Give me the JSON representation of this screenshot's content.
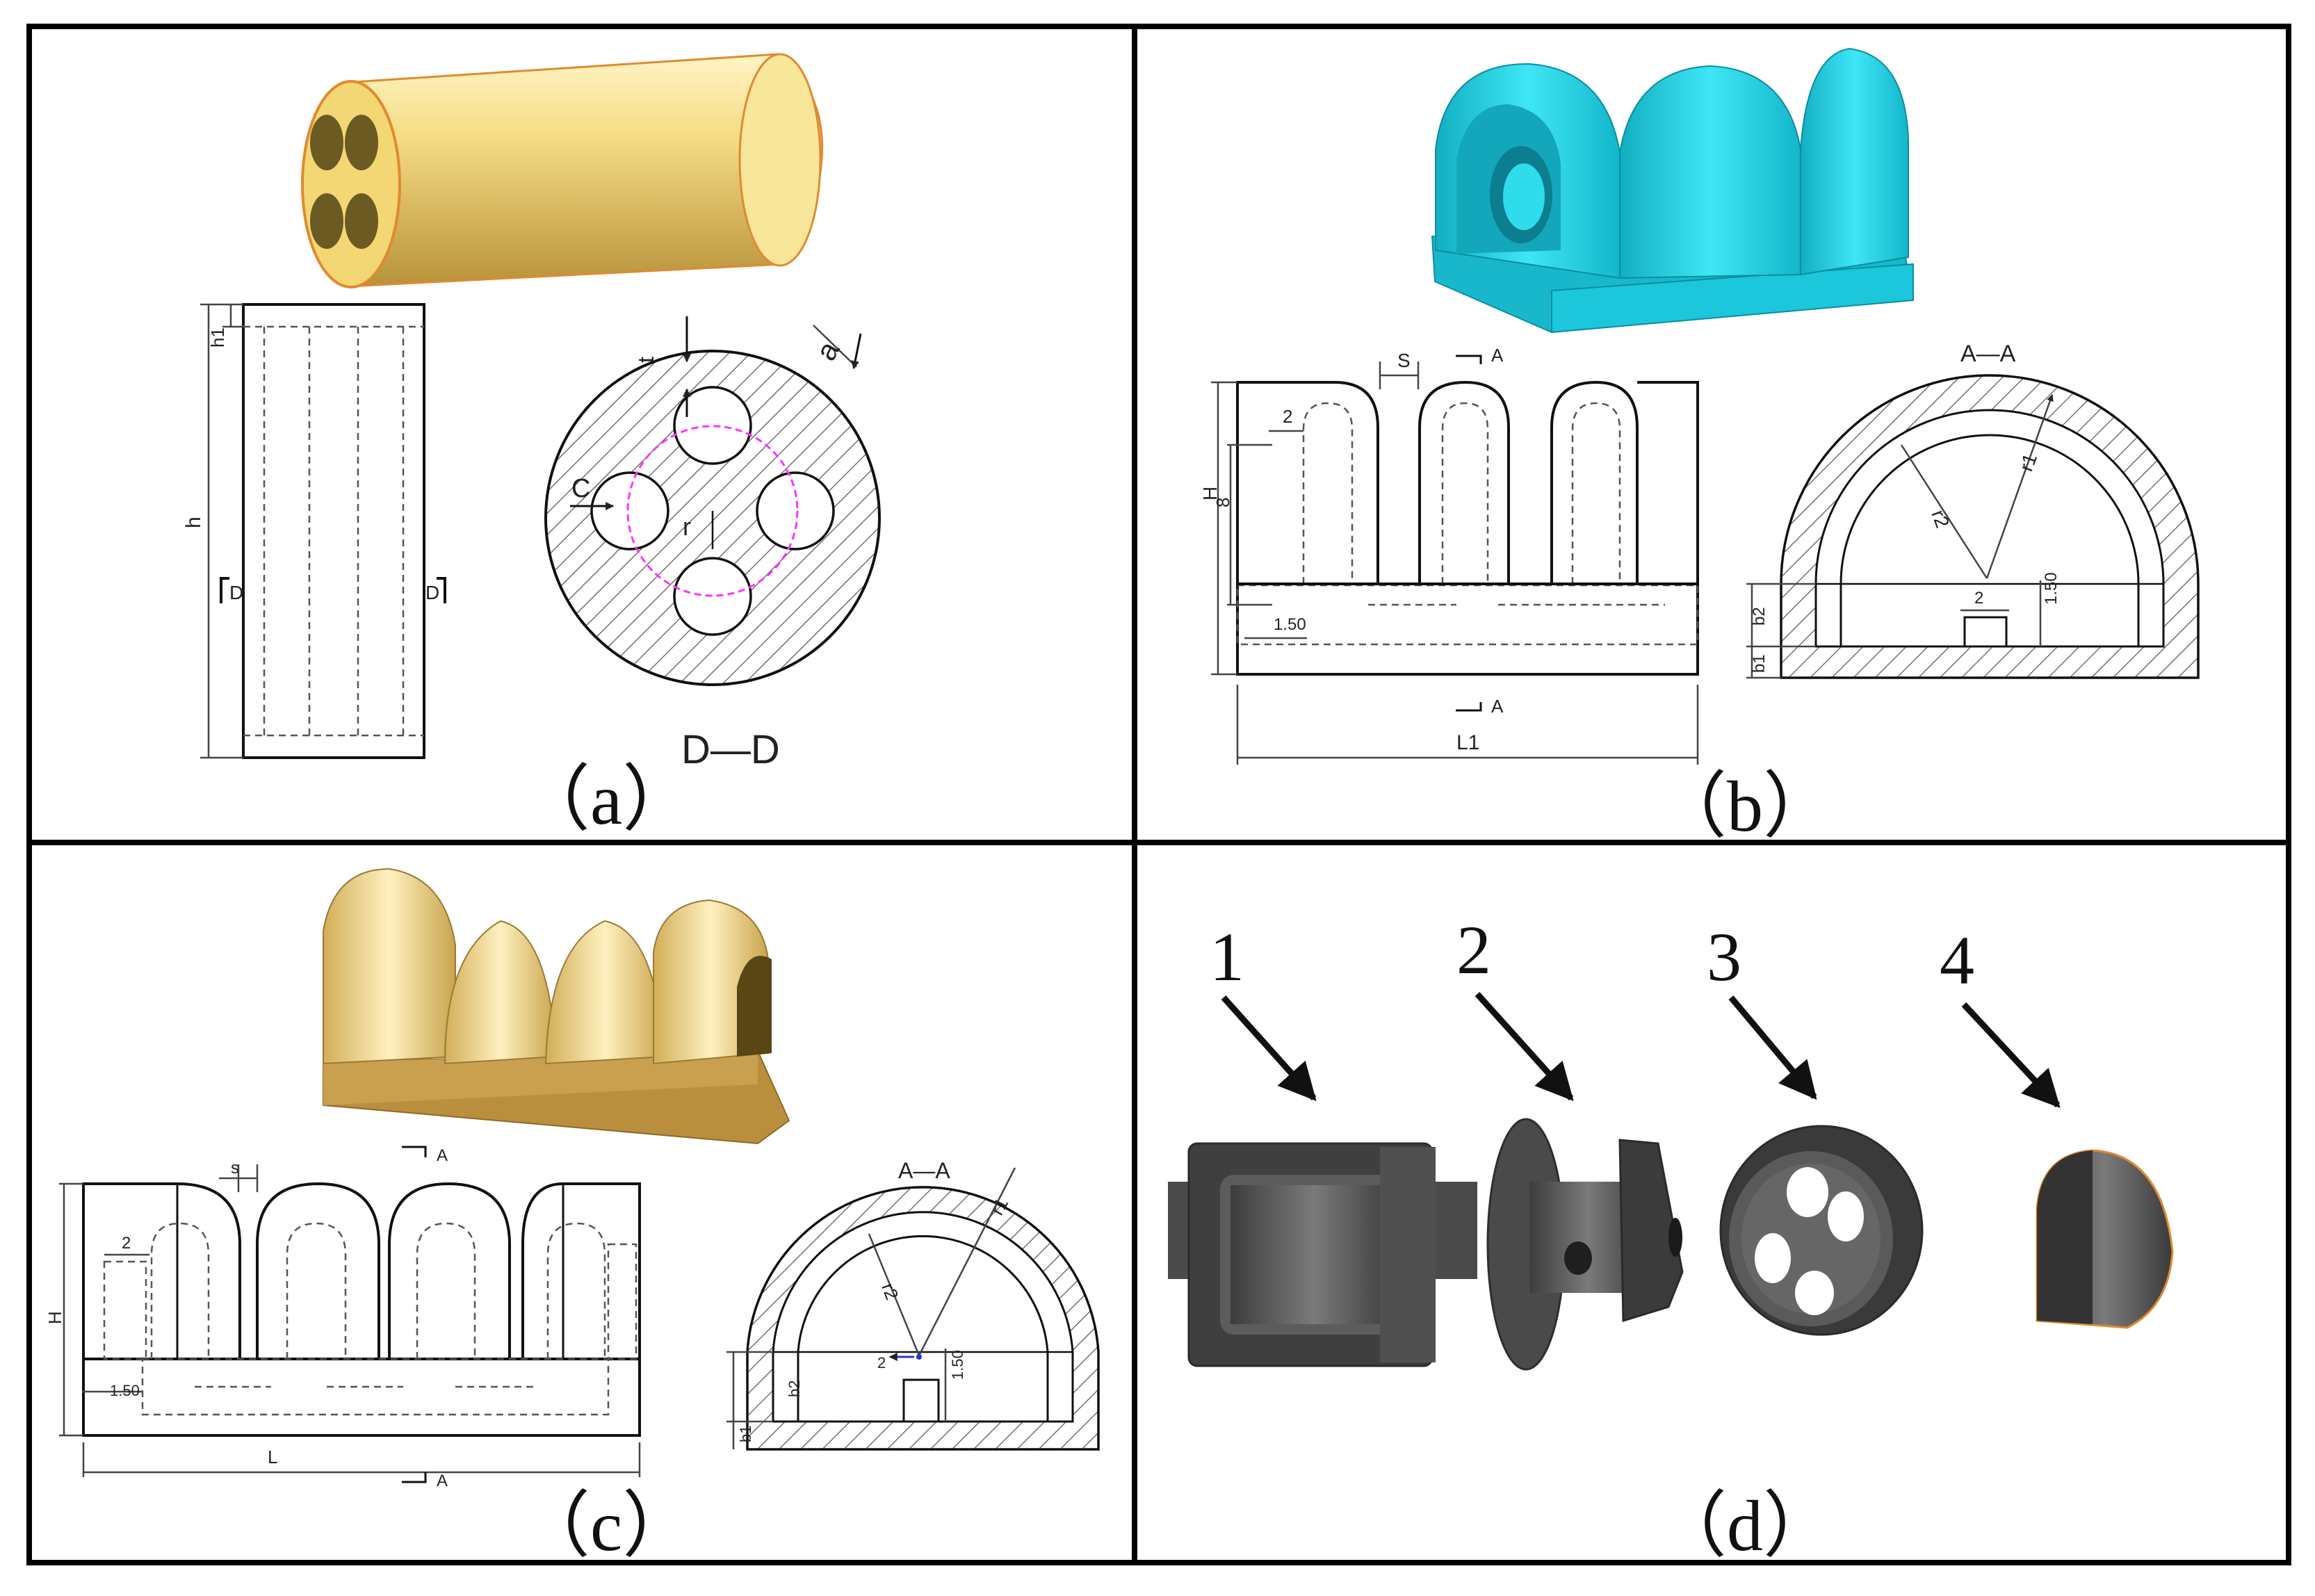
{
  "panels": {
    "a": {
      "label": "（a）",
      "dims": {
        "h1": "h1",
        "h": "h",
        "t": "t",
        "a": "a",
        "c": "C",
        "r": "r"
      },
      "section_marks": [
        "D",
        "D"
      ],
      "section_title": "D—D"
    },
    "b": {
      "label": "（b）",
      "dims": {
        "s": "S",
        "two": "2",
        "eight": "8",
        "H": "H",
        "one50": "1.50",
        "L1": "L1",
        "r1": "r1",
        "r2": "r2",
        "b1": "b1",
        "b2": "b2",
        "two_b": "2",
        "one50_b": "1.50"
      },
      "section_marks": [
        "A",
        "A"
      ],
      "section_title": "A—A"
    },
    "c": {
      "label": "（c）",
      "dims": {
        "s": "s",
        "two": "2",
        "H": "H",
        "one50": "1.50",
        "L": "L",
        "r1": "r1",
        "r2": "r2",
        "b1": "b1",
        "b2": "b2",
        "two_b": "2",
        "one50_b": "1.50"
      },
      "section_marks": [
        "A",
        "A"
      ],
      "section_title": "A—A"
    },
    "d": {
      "label": "（d）",
      "parts": [
        "1",
        "2",
        "3",
        "4"
      ]
    }
  },
  "colors": {
    "gold": "#f2d77a",
    "gold_dark": "#c7a24a",
    "cyan": "#22d4e6",
    "cyan_dark": "#10a9bd",
    "grey_part": "#555555",
    "magenta": "#ff33ff",
    "frame": "#000000"
  }
}
